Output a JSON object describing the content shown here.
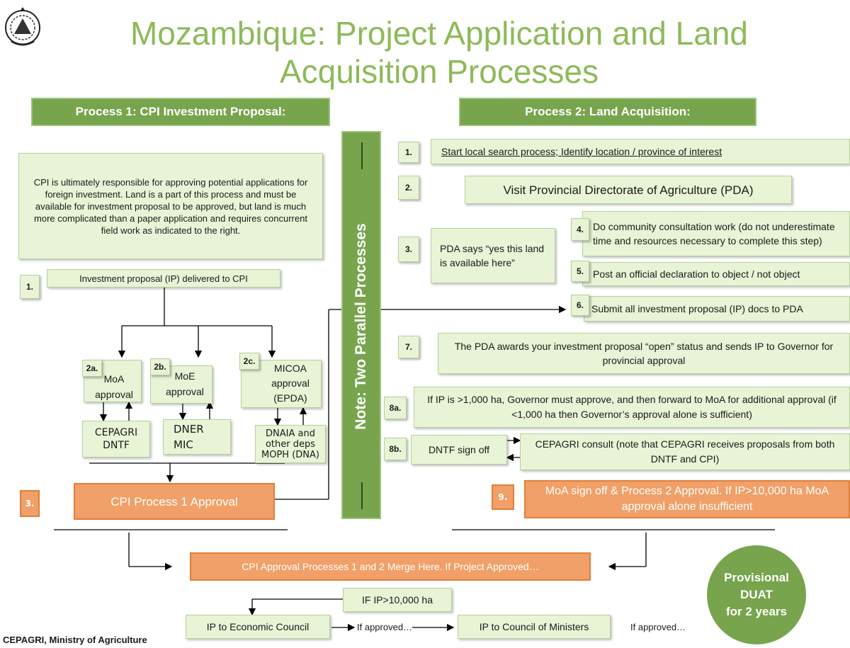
{
  "title_line1": "Mozambique: Project Application and Land",
  "title_line2": "Acquisition Processes",
  "process1_header": "Process 1: CPI Investment Proposal:",
  "process2_header": "Process  2: Land Acquisition:",
  "vertical_note": "Note: Two Parallel Processes",
  "cpi_note": "CPI is ultimately responsible for approving potential applications for foreign investment. Land is a part of this process and must be available for investment proposal to be approved, but land is much more complicated than a paper application and requires concurrent field work as indicated to the right.",
  "p1": {
    "step1": {
      "num": "1.",
      "text": "Investment proposal (IP) delivered to CPI"
    },
    "step2a": {
      "num": "2a.",
      "text": "MoA approval"
    },
    "step2b": {
      "num": "2b.",
      "text": "MoE approval"
    },
    "step2c": {
      "num": "2c.",
      "text": "MICOA approval (EPDA)"
    },
    "sub2a": "CEPAGRI DNTF",
    "sub2b": "DNER MIC",
    "sub2c": "DNAIA and other deps MOPH (DNA)",
    "step3": {
      "num": "3.",
      "text": "CPI Process 1 Approval"
    }
  },
  "p2": {
    "s1": {
      "num": "1.",
      "text": "Start local search process; Identify location /  province of interest"
    },
    "s2": {
      "num": "2.",
      "text": "Visit Provincial Directorate of Agriculture (PDA)"
    },
    "s3": {
      "num": "3.",
      "text": "PDA says “yes this land is available here”"
    },
    "s4": {
      "num": "4.",
      "text": "Do community consultation work (do not underestimate time and resources necessary to complete this step)"
    },
    "s5": {
      "num": "5.",
      "text": "Post an official declaration to object / not object"
    },
    "s6": {
      "num": "6.",
      "text": "Submit all investment proposal (IP) docs to PDA"
    },
    "s7": {
      "num": "7.",
      "text": "The PDA awards your investment proposal “open” status and sends IP to Governor for provincial approval"
    },
    "s8a": {
      "num": "8a.",
      "text": "If IP is >1,000 ha, Governor must approve, and then forward to MoA for additional approval  (if <1,000 ha then Governor’s approval alone is sufficient)"
    },
    "s8b": {
      "num": "8b.",
      "text": "DNTF sign off"
    },
    "s8b_consult": "CEPAGRI consult (note that CEPAGRI receives proposals from both DNTF and CPI)",
    "s9": {
      "num": "9.",
      "text": "MoA sign off & Process 2 Approval. If IP>10,000 ha MoA approval alone insufficient"
    }
  },
  "merge_text": "CPI Approval Processes 1 and 2 Merge Here.  If  Project Approved…",
  "if_ip_10000": "IF IP>10,000 ha",
  "ip_economic": "IP to Economic Council",
  "if_approved_1": "If approved…",
  "ip_council": "IP to Council of Ministers",
  "if_approved_2": "If approved…",
  "duat_line1": "Provisional",
  "duat_line2": "DUAT",
  "duat_line3": "for 2 years",
  "footer": "CEPAGRI, Ministry of Agriculture",
  "colors": {
    "green_dark": "#77a44d",
    "green_light": "#e9f3d6",
    "orange": "#f0a068",
    "title_green": "#8dba5a"
  }
}
